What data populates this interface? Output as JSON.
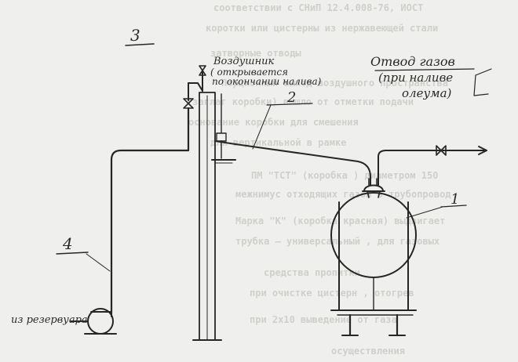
{
  "background_lines": [
    "соответствии с СНиП 12.4.008-76, ИОСТ",
    "коротки или цистерны из нержавеющей стали",
    "затворные отводы",
    "Порционный выход воздушного пространства",
    "(заглаг коробки) вышло от отметки подачи",
    "основание коробки для смешения",
    "для вертикальной в рамке",
    "ПМ \"ТСТ\" (коробка ) диаметром 150",
    "межнимус отходящих газов в трубопровод",
    "Марка \"К\" (коробка красная) выдвигает",
    "трубка — универсальный , для газовых",
    "средства пропитки",
    "при очистке цистерн , отогрев",
    "при 2х10 выведение от газа",
    "осуществления"
  ],
  "labels": {
    "num3": "3",
    "num2": "2",
    "num1": "1",
    "num4": "4",
    "vent_title": "Воздушник",
    "vent_note1": "( открывается",
    "vent_note2": "по окончании налива)",
    "gas_line1": "Отвод газов",
    "gas_line2": "(при наливе",
    "gas_line3": "олеума)",
    "reservoir": "из резервуара"
  },
  "colors": {
    "ink": "#262626",
    "paper": "#efefed",
    "faint_text": "#cfd0cc"
  }
}
